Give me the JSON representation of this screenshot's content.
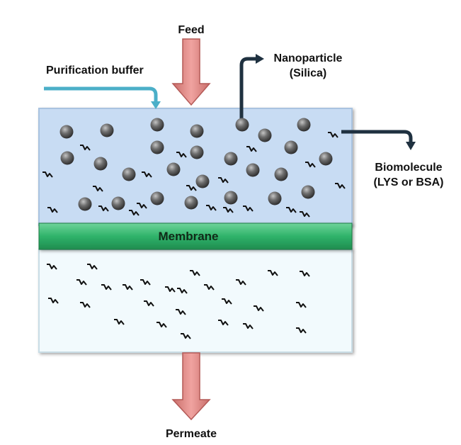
{
  "labels": {
    "feed": "Feed",
    "purification_buffer": "Purification buffer",
    "nanoparticle_line1": "Nanoparticle",
    "nanoparticle_line2": "(Silica)",
    "biomolecule_line1": "Biomolecule",
    "biomolecule_line2": "(LYS or BSA)",
    "membrane": "Membrane",
    "permeate": "Permeate"
  },
  "colors": {
    "feed_arrow": "#e8908d",
    "buffer_arrow": "#4bafc8",
    "dark_arrow": "#1f3140",
    "feed_chamber": "#c8dcf3",
    "permeate_chamber": "#f2fafd",
    "membrane": "#2fb36a",
    "nanoparticle": "#555555"
  }
}
